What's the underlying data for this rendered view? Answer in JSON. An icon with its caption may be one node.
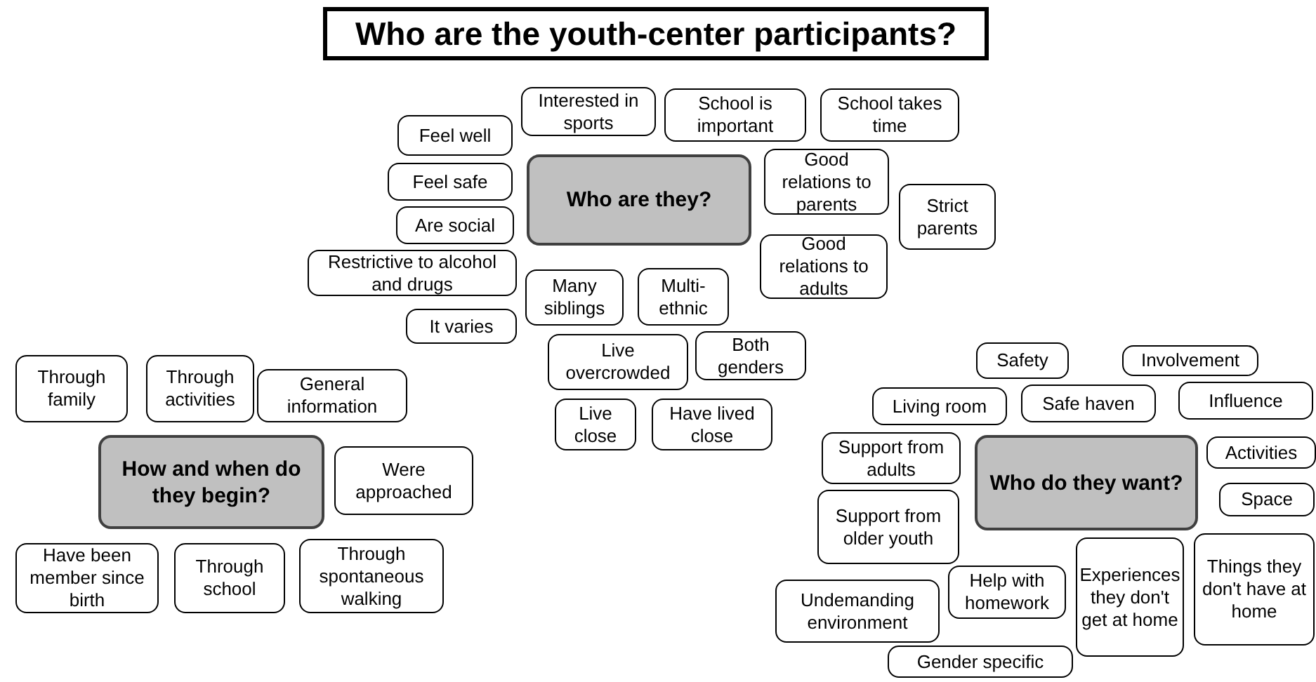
{
  "diagram": {
    "title": "Who are the youth-center participants?",
    "nodes": [
      {
        "text": [
          "Interested in sports"
        ]
      },
      {
        "text": [
          "School is important"
        ]
      },
      {
        "text": [
          "School takes time"
        ]
      },
      {
        "text": [
          "Feel well"
        ]
      },
      {
        "text": [
          "Feel safe"
        ]
      },
      {
        "text": [
          "Who are they?"
        ]
      },
      {
        "text": [
          "Good relations to parents"
        ]
      },
      {
        "text": [
          "Strict parents"
        ]
      },
      {
        "text": [
          "Are social"
        ]
      },
      {
        "text": [
          "Restrictive to alcohol and drugs"
        ]
      },
      {
        "text": [
          "Good relations to adults"
        ]
      },
      {
        "text": [
          "Many siblings"
        ]
      },
      {
        "text": [
          "Multi-ethnic"
        ]
      },
      {
        "text": [
          "It varies"
        ]
      },
      {
        "text": [
          "Both genders"
        ]
      },
      {
        "text": [
          "Live overcrowded"
        ]
      },
      {
        "text": [
          "Live close"
        ]
      },
      {
        "text": [
          "Have lived close"
        ]
      },
      {
        "text": [
          "Through family"
        ]
      },
      {
        "text": [
          "Through activities"
        ]
      },
      {
        "text": [
          "General information"
        ]
      },
      {
        "text": [
          "How and when do they begin?"
        ]
      },
      {
        "text": [
          "Were approached"
        ]
      },
      {
        "text": [
          "Have been member since birth"
        ]
      },
      {
        "text": [
          "Through school"
        ]
      },
      {
        "text": [
          "Through spontaneous walking"
        ]
      },
      {
        "text": [
          "Safety"
        ]
      },
      {
        "text": [
          "Involvement"
        ]
      },
      {
        "text": [
          "Living room"
        ]
      },
      {
        "text": [
          "Safe haven"
        ]
      },
      {
        "text": [
          "Influence"
        ]
      },
      {
        "text": [
          "Support from adults"
        ]
      },
      {
        "text": [
          "Who do they want?"
        ]
      },
      {
        "text": [
          "Activities"
        ]
      },
      {
        "text": [
          "Support from older youth"
        ]
      },
      {
        "text": [
          "Space"
        ]
      },
      {
        "text": [
          "Undemanding environment"
        ]
      },
      {
        "text": [
          "Help with homework"
        ]
      },
      {
        "text": [
          "Experiences they don't get at home"
        ]
      },
      {
        "text": [
          "Things they don't have at home"
        ]
      },
      {
        "text": [
          "Gender specific"
        ]
      }
    ],
    "edges": []
  }
}
